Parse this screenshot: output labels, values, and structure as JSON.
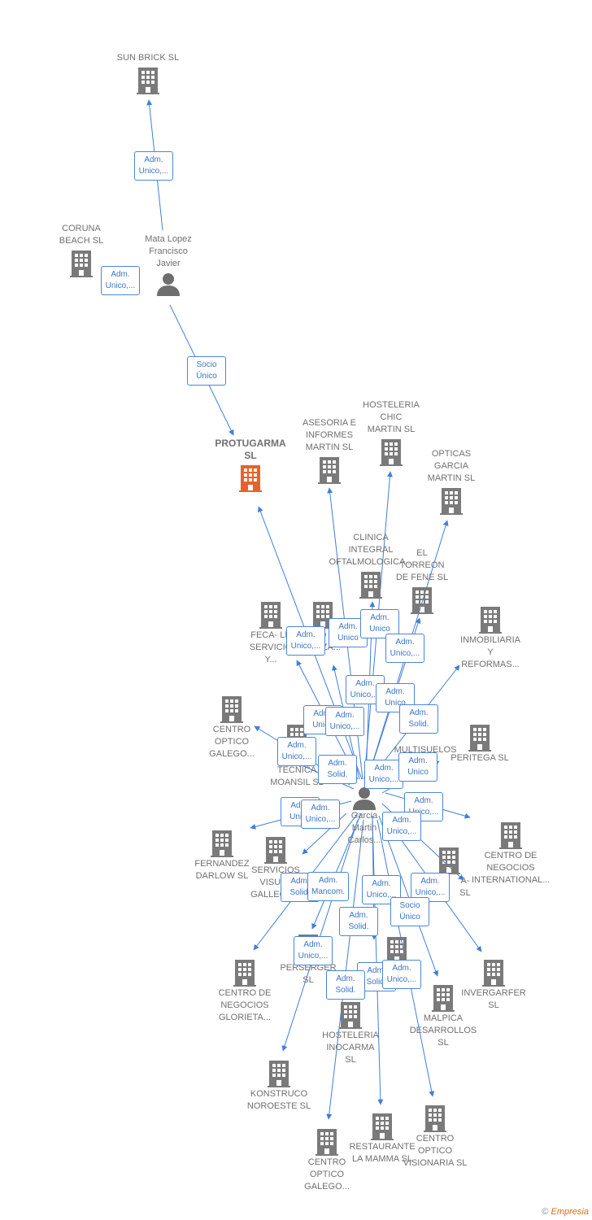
{
  "colors": {
    "edge": "#3f7fd9",
    "company": "#7a7a7a",
    "main_company": "#e8612c",
    "person": "#6e6e6e"
  },
  "nodes": [
    {
      "id": "sunbrick",
      "type": "company",
      "label": "SUN BRICK SL"
    },
    {
      "id": "coruna",
      "type": "company",
      "label": "CORUNA\nBEACH  SL"
    },
    {
      "id": "mata",
      "type": "person",
      "label": "Mata Lopez\nFrancisco\nJavier"
    },
    {
      "id": "protugarma",
      "type": "main",
      "label": "PROTUGARMA\nSL"
    },
    {
      "id": "asesoria",
      "type": "company",
      "label": "ASESORIA E\nINFORMES\nMARTIN SL"
    },
    {
      "id": "hosteleria_chic",
      "type": "company",
      "label": "HOSTELERIA\nCHIC\nMARTIN  SL"
    },
    {
      "id": "opticas",
      "type": "company",
      "label": "OPTICAS\nGARCIA\nMARTIN  SL"
    },
    {
      "id": "clinica",
      "type": "company",
      "label": "CLINICA\nINTEGRAL\nOFTALMOLOGICA..."
    },
    {
      "id": "torreon",
      "type": "company",
      "label": "EL\nTORREON\nDE FENE SL"
    },
    {
      "id": "feca",
      "type": "company",
      "label": "FECA- LE\nSERVICIO\nY..."
    },
    {
      "id": "plaza",
      "type": "company",
      "label": "O\nPLAZA..."
    },
    {
      "id": "inmobiliaria",
      "type": "company",
      "label": "INMOBILIARIA\nY\nREFORMAS..."
    },
    {
      "id": "centro_optico_galego1",
      "type": "company",
      "label": "CENTRO\nOPTICO\nGALEGO..."
    },
    {
      "id": "tecnica",
      "type": "company",
      "label": "A\nTECNICA\nMOANSIL  SL"
    },
    {
      "id": "multisuelos",
      "type": "company",
      "label": "MULTISUELOS\nSL"
    },
    {
      "id": "peritega",
      "type": "company",
      "label": "PERITEGA SL"
    },
    {
      "id": "garcia",
      "type": "person",
      "label": "Garcia\nMartin\nCarlos..."
    },
    {
      "id": "fernandez",
      "type": "company",
      "label": "FERNANDEZ\nDARLOW  SL"
    },
    {
      "id": "servicios_visual",
      "type": "company",
      "label": "SERVICIOS\nVISUAL\nGALLEGO..."
    },
    {
      "id": "centro_negocios_int",
      "type": "company",
      "label": "CENTRO DE\nNEGOCIOS\nINTERNATIONAL..."
    },
    {
      "id": "hidden_a",
      "type": "company",
      "label": "A-\nSL"
    },
    {
      "id": "perserger",
      "type": "company",
      "label": "PERSERGER\nSL"
    },
    {
      "id": "hidden_b",
      "type": "company",
      "label": "SL"
    },
    {
      "id": "invergarfer",
      "type": "company",
      "label": "INVERGARFER\nSL"
    },
    {
      "id": "centro_negocios_glorieta",
      "type": "company",
      "label": "CENTRO DE\nNEGOCIOS\nGLORIETA..."
    },
    {
      "id": "malpica",
      "type": "company",
      "label": "MALPICA\nDESARROLLOS\nSL"
    },
    {
      "id": "hosteleria_inoc",
      "type": "company",
      "label": "HOSTELERIA\nINOCARMA\nSL"
    },
    {
      "id": "konstruco",
      "type": "company",
      "label": "KONSTRUCO\nNOROESTE SL"
    },
    {
      "id": "centro_optico_visionaria",
      "type": "company",
      "label": "CENTRO\nOPTICO\nVISIONARIA  SL"
    },
    {
      "id": "restaurante",
      "type": "company",
      "label": "RESTAURANTE\nLA MAMMA  SL"
    },
    {
      "id": "centro_optico_galego2",
      "type": "company",
      "label": "CENTRO\nOPTICO\nGALEGO..."
    }
  ],
  "badges": [
    "Adm.\nUnico,...",
    "Adm.\nUnico,...",
    "Socio\nÚnico",
    "Adm.\nUnico,...",
    "Adm.\nUnico",
    "Adm.\nUnico",
    "Adm.\nUnico,...",
    "Adm.\nUnico,...",
    "Adm.\nUnico",
    "Adm.\nUnico",
    "Adm.\nUnico,...",
    "Adm.\nSolid.",
    "Adm.\nUnico,...",
    "Adm.\nSolid.",
    "Adm.\nUnico,...",
    "Adm.\nUnico",
    "Adm.\nUnico",
    "Adm.\nUnico,...",
    "Adm.\nUnico,...",
    "Adm.\nUnico,...",
    "Adm.\nSolid.",
    "Adm.\nMancom.",
    "Adm.\nUnico,...",
    "Adm.\nUnico,...",
    "Socio\nÚnico",
    "Adm.\nSolid.",
    "Adm.\nUnico,...",
    "Adm.\nSolid.",
    "Adm.\nSolid.",
    "Adm.\nUnico,..."
  ],
  "footer": {
    "copyright": "©",
    "brand": "Empresia"
  }
}
